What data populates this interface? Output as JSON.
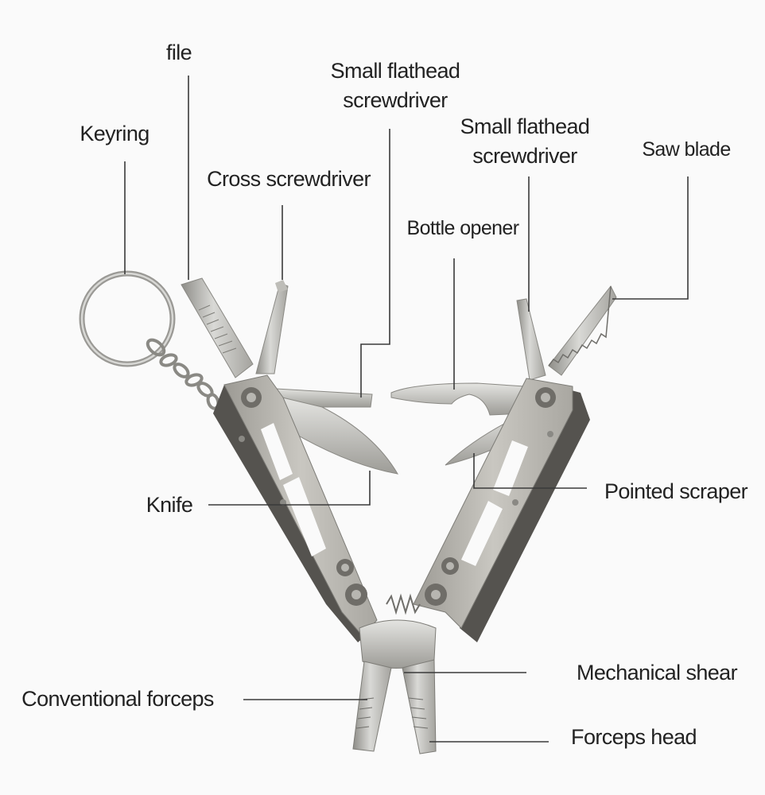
{
  "labels": {
    "file": "file",
    "small_flathead_left": [
      "Small flathead",
      "screwdriver"
    ],
    "keyring": "Keyring",
    "small_flathead_right": [
      "Small flathead",
      "screwdriver"
    ],
    "saw_blade": "Saw blade",
    "cross_screwdriver": "Cross screwdriver",
    "bottle_opener": "Bottle opener",
    "pointed_scraper": "Pointed scraper",
    "knife": "Knife",
    "mechanical_shear": "Mechanical shear",
    "conventional_forceps": "Conventional forceps",
    "forceps_head": "Forceps head"
  },
  "colors": {
    "background": "#fafafa",
    "text": "#222222",
    "leader_line": "#3a3a3a",
    "steel_light": "#d9d9d6",
    "steel_mid": "#b3b2ad",
    "steel_dark": "#8e8d88",
    "handle_side": "#55534f"
  }
}
